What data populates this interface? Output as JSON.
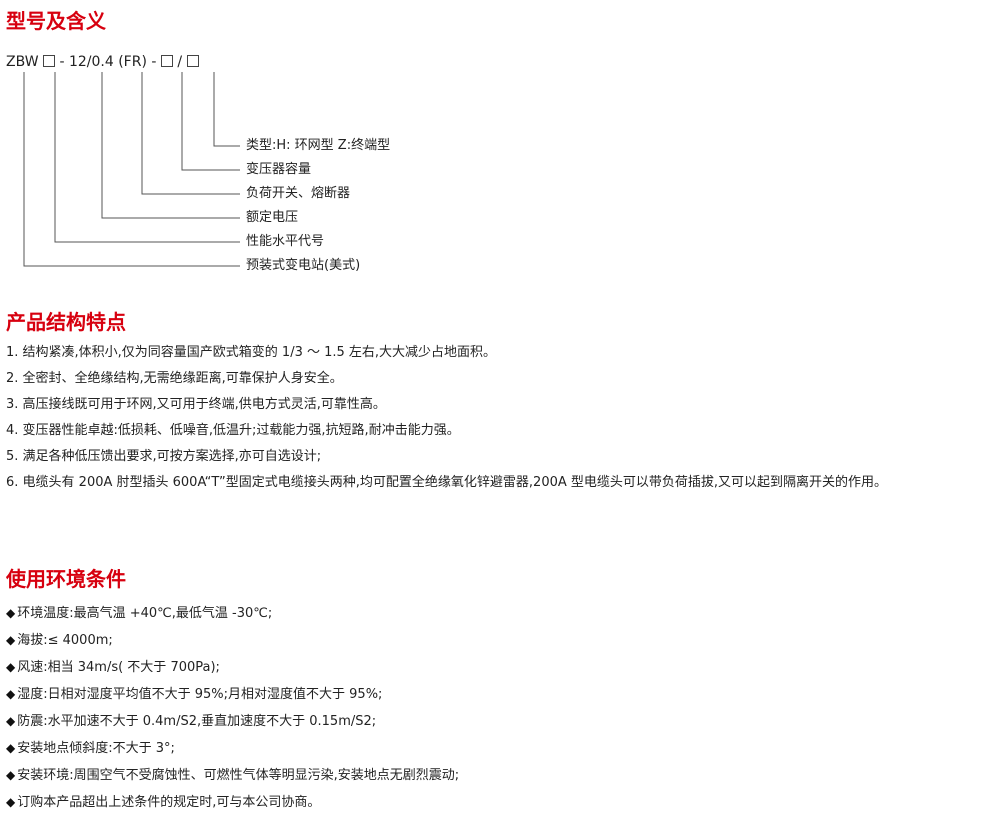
{
  "sections": {
    "model": "型号及含义",
    "features": "产品结构特点",
    "environment": "使用环境条件"
  },
  "model_code": {
    "prefix": "ZBW",
    "middle": "- 12/0.4 (FR) -",
    "slash": "/"
  },
  "model_meanings": [
    "类型:H: 环网型 Z:终端型",
    "变压器容量",
    "负荷开关、熔断器",
    "额定电压",
    "性能水平代号",
    "预装式变电站(美式)"
  ],
  "features": [
    "1. 结构紧凑,体积小,仅为同容量国产欧式箱变的 1/3 ～ 1.5 左右,大大减少占地面积。",
    "2. 全密封、全绝缘结构,无需绝缘距离,可靠保护人身安全。",
    "3. 高压接线既可用于环网,又可用于终端,供电方式灵活,可靠性高。",
    "4. 变压器性能卓越:低损耗、低噪音,低温升;过载能力强,抗短路,耐冲击能力强。",
    "5. 满足各种低压馈出要求,可按方案选择,亦可自选设计;",
    "6. 电缆头有 200A 肘型插头 600A“T”型固定式电缆接头两种,均可配置全绝缘氧化锌避雷器,200A 型电缆头可以带负荷插拔,又可以起到隔离开关的作用。"
  ],
  "environment": [
    "环境温度:最高气温 +40℃,最低气温 -30℃;",
    "海拔:≤ 4000m;",
    "风速:相当 34m/s( 不大于 700Pa);",
    "湿度:日相对湿度平均值不大于 95%;月相对湿度值不大于 95%;",
    "防震:水平加速不大于 0.4m/S2,垂直加速度不大于 0.15m/S2;",
    "安装地点倾斜度:不大于 3°;",
    "安装环境:周围空气不受腐蚀性、可燃性气体等明显污染,安装地点无剧烈震动;",
    "订购本产品超出上述条件的规定时,可与本公司协商。"
  ],
  "bullet_symbol": "◆",
  "colors": {
    "accent": "#d7000f",
    "text": "#222222"
  }
}
